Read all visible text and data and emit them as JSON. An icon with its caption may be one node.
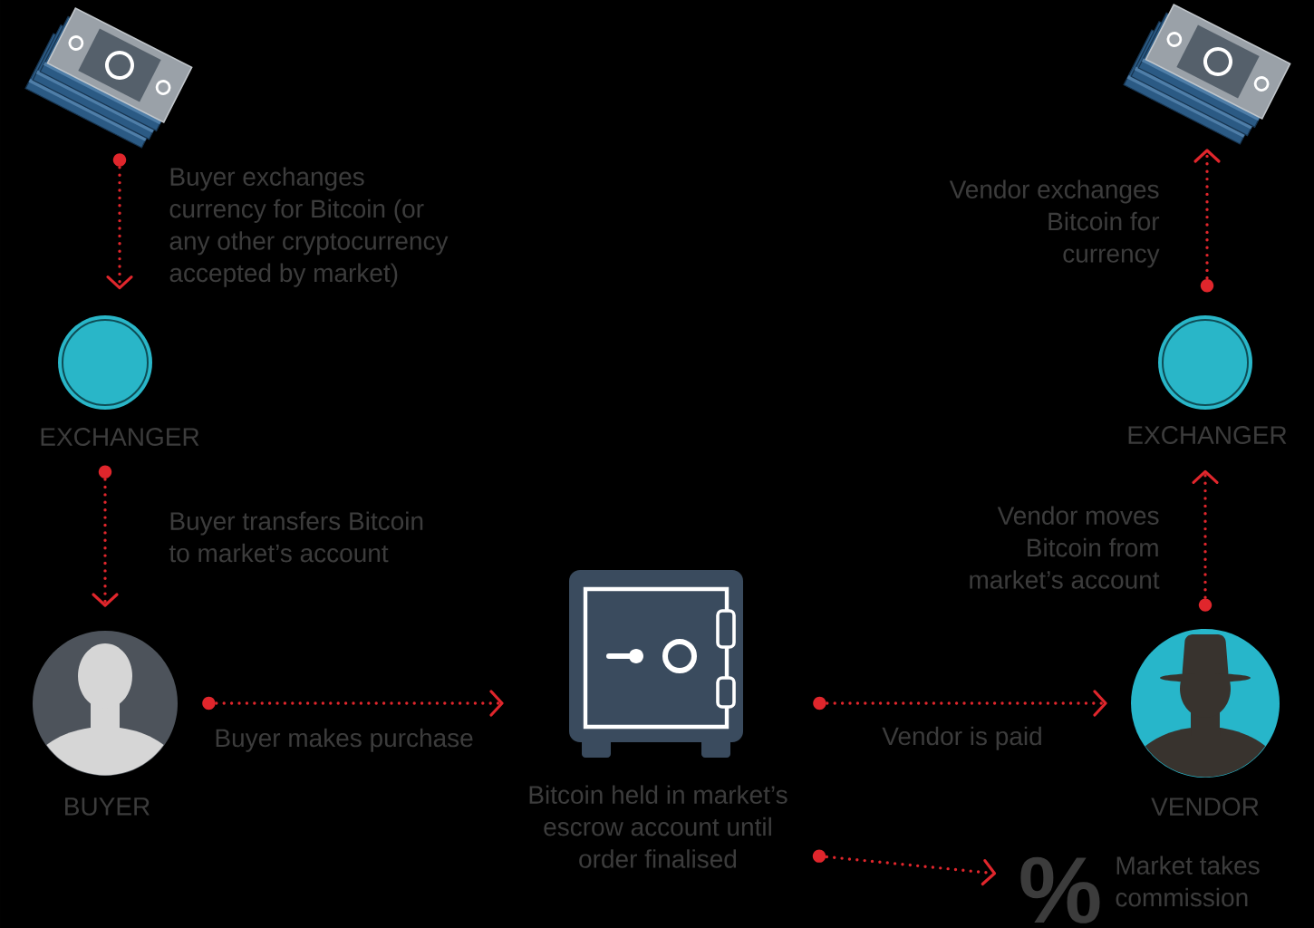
{
  "diagram": {
    "nodes": [
      {
        "text": [],
        "shape": "picture"
      },
      {
        "text": [
          "EXCHANGER"
        ]
      },
      {
        "text": [
          "BUYER"
        ]
      },
      {
        "text": [
          "Bitcoin held in market’s escrow account until order finalised"
        ]
      },
      {
        "text": [
          "VENDOR"
        ]
      },
      {
        "text": [
          "EXCHANGER"
        ]
      },
      {
        "text": [],
        "shape": "picture"
      },
      {
        "text": [
          "%",
          "Market takes commission"
        ]
      }
    ],
    "edges": [
      {
        "from": 0,
        "to": 1,
        "arrow": "to",
        "label": "Buyer exchanges currency for Bitcoin (or any other cryptocurrency accepted by market)"
      },
      {
        "from": 1,
        "to": 2,
        "arrow": "to",
        "label": "Buyer transfers Bitcoin to market’s account"
      },
      {
        "from": 2,
        "to": 3,
        "arrow": "to",
        "label": "Buyer makes purchase"
      },
      {
        "from": 3,
        "to": 4,
        "arrow": "to",
        "label": "Vendor is paid"
      },
      {
        "from": 3,
        "to": 7,
        "arrow": "to"
      },
      {
        "from": 4,
        "to": 5,
        "arrow": "to",
        "label": "Vendor moves Bitcoin from market’s account"
      },
      {
        "from": 5,
        "to": 6,
        "arrow": "to",
        "label": "Vendor exchanges Bitcoin for currency"
      }
    ]
  }
}
